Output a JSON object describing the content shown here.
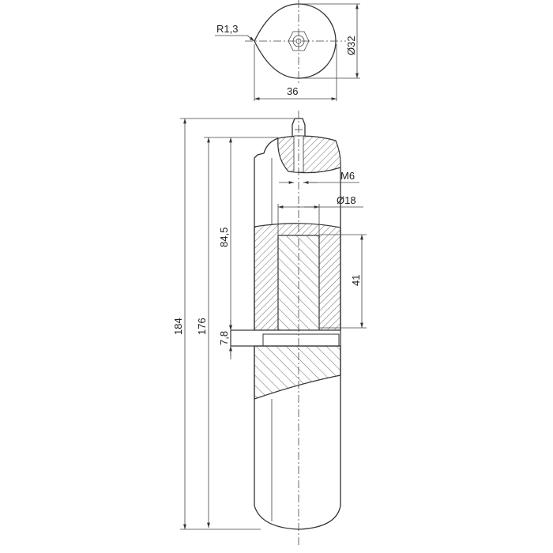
{
  "top_view": {
    "radius_label": "R1,3",
    "diameter_label": "Ø32",
    "width_label": "36"
  },
  "front_view": {
    "overall_length_label": "184",
    "body_length_label": "176",
    "upper_length_label": "84,5",
    "washer_label": "7,8",
    "pin_length_label": "41",
    "thread_label": "M6",
    "bore_label": "Ø18"
  },
  "colors": {
    "line": "#333333",
    "background": "#ffffff"
  }
}
